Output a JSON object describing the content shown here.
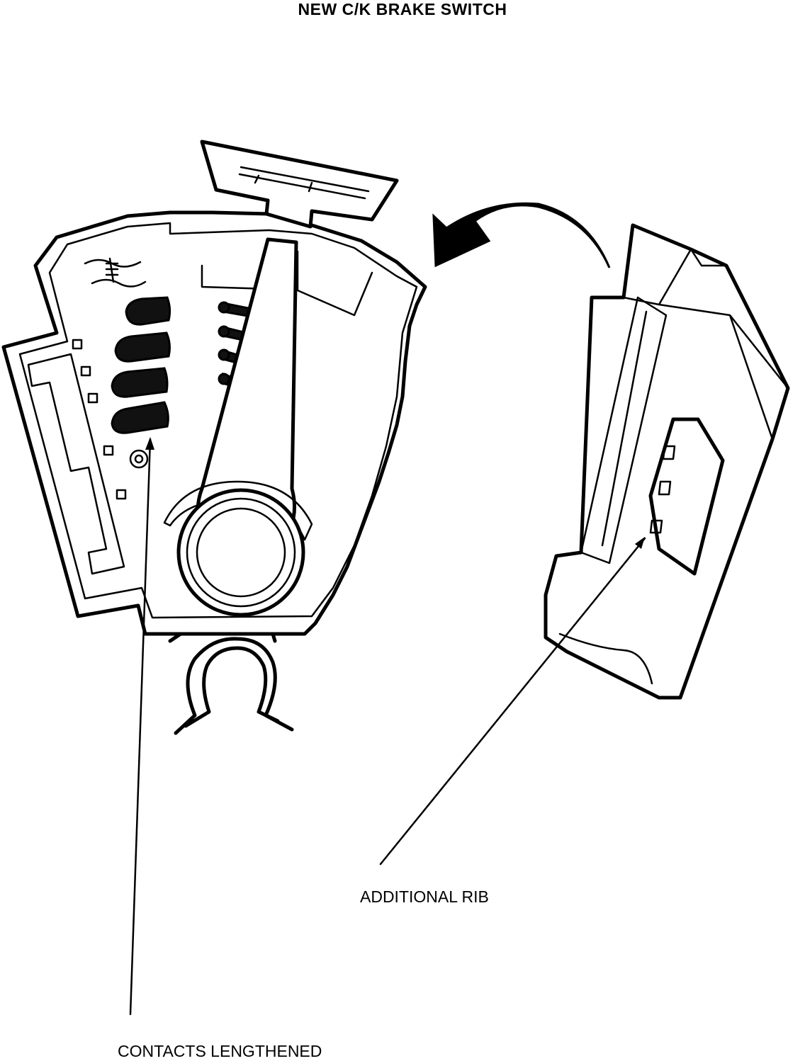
{
  "title": "NEW C/K BRAKE SWITCH",
  "callouts": {
    "additional_rib": "ADDITIONAL RIB",
    "contacts_lengthened": "CONTACTS LENGTHENED"
  }
}
